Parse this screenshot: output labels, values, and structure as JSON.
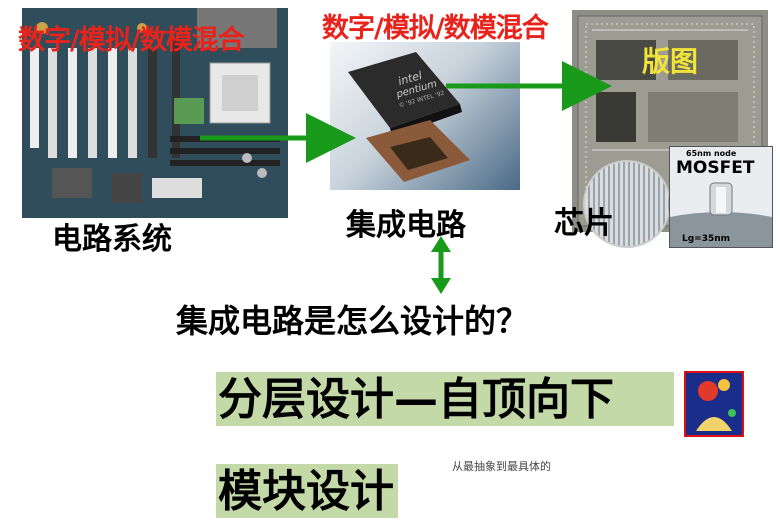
{
  "titles": {
    "left": "数字/模拟/数模混合",
    "middle": "数字/模拟/数模混合"
  },
  "labels": {
    "circuit_system": "电路系统",
    "integrated_circuit": "集成电路",
    "chip": "芯片",
    "layout": "版图"
  },
  "chip_photo": {
    "brand": "intel",
    "product": "pentium",
    "fine_print": "© '92 INTEL '92"
  },
  "mosfet": {
    "node": "65nm node",
    "title": "MOSFET",
    "gate_length": "Lg=35nm"
  },
  "question": "集成电路是怎么设计的？",
  "method1": "分层设计—自顶向下",
  "method2": "模块设计",
  "note": "从最抽象到最具体的",
  "colors": {
    "title_red": "#e8231c",
    "arrow_green": "#1a9a1a",
    "highlight_green": "#c4d9a8"
  }
}
